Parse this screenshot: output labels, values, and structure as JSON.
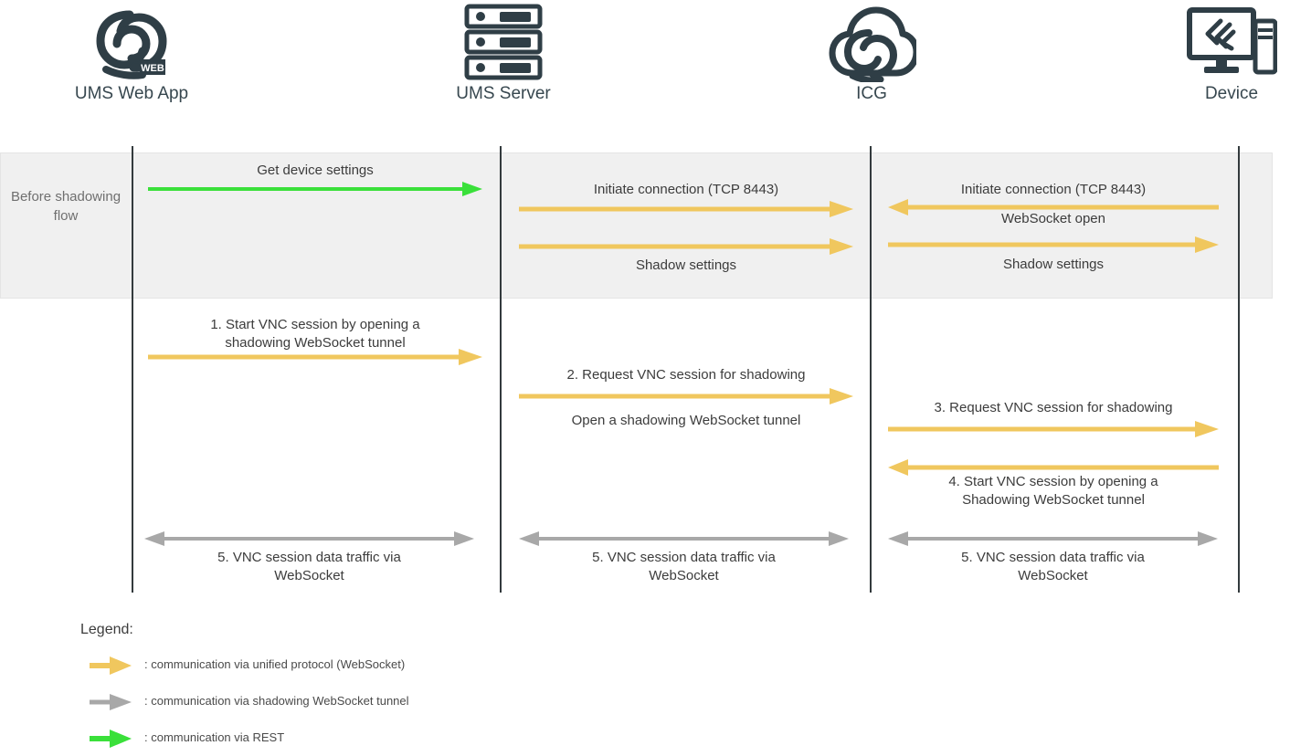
{
  "colors": {
    "unified_protocol": "#f0c75e",
    "shadowing_tunnel": "#a8a8a8",
    "rest": "#3ae03a",
    "lifeline": "#333a3d",
    "band_bg": "#f0f0f0",
    "icon": "#2f3e46",
    "text": "#3c3c3c"
  },
  "actors": [
    {
      "id": "ums-web-app",
      "label": "UMS Web App",
      "icon": "ums-web-app-logo-icon"
    },
    {
      "id": "ums-server",
      "label": "UMS Server",
      "icon": "server-rack-icon"
    },
    {
      "id": "icg",
      "label": "ICG",
      "icon": "cloud-logo-icon"
    },
    {
      "id": "device",
      "label": "Device",
      "icon": "desktop-computer-icon"
    }
  ],
  "band": {
    "label": "Before\nshadowing\nflow"
  },
  "messages": [
    {
      "id": "get-device-settings",
      "text": "Get device settings",
      "kind": "rest",
      "direction": "right",
      "from": "ums-web-app",
      "to": "ums-server"
    },
    {
      "id": "initiate-connection-server",
      "text": "Initiate connection (TCP 8443)",
      "kind": "unified",
      "direction": "right",
      "from": "ums-server",
      "to": "icg"
    },
    {
      "id": "shadow-settings-server",
      "text": "Shadow settings",
      "kind": "unified",
      "direction": "right",
      "from": "ums-server",
      "to": "icg"
    },
    {
      "id": "initiate-connection-device",
      "text": "Initiate connection (TCP 8443)",
      "kind": "unified",
      "direction": "left",
      "from": "device",
      "to": "icg"
    },
    {
      "id": "websocket-open",
      "text": "WebSocket open",
      "kind": "label-only",
      "direction": "none",
      "from": "icg",
      "to": "device"
    },
    {
      "id": "shadow-settings-device",
      "text": "Shadow settings",
      "kind": "unified",
      "direction": "right",
      "from": "icg",
      "to": "device"
    },
    {
      "id": "step-1",
      "text": "1.   Start VNC session by opening a\nshadowing WebSocket tunnel",
      "kind": "unified",
      "direction": "right",
      "from": "ums-web-app",
      "to": "ums-server"
    },
    {
      "id": "step-2",
      "text": "2.   Request VNC session for shadowing",
      "kind": "unified",
      "direction": "right",
      "from": "ums-server",
      "to": "icg"
    },
    {
      "id": "step-2-sub",
      "text": "Open a shadowing WebSocket tunnel",
      "kind": "label-only",
      "direction": "none",
      "from": "ums-server",
      "to": "icg"
    },
    {
      "id": "step-3",
      "text": "3.   Request VNC session for shadowing",
      "kind": "unified",
      "direction": "right",
      "from": "icg",
      "to": "device"
    },
    {
      "id": "step-4",
      "text": "4.   Start VNC session by opening a\nShadowing WebSocket tunnel",
      "kind": "unified",
      "direction": "left",
      "from": "device",
      "to": "icg"
    },
    {
      "id": "step-5-a",
      "text": "5.   VNC session data traffic via\nWebSocket",
      "kind": "tunnel",
      "direction": "both",
      "from": "ums-web-app",
      "to": "ums-server"
    },
    {
      "id": "step-5-b",
      "text": "5.   VNC session data traffic via\nWebSocket",
      "kind": "tunnel",
      "direction": "both",
      "from": "ums-server",
      "to": "icg"
    },
    {
      "id": "step-5-c",
      "text": "5.   VNC session data traffic via\nWebSocket",
      "kind": "tunnel",
      "direction": "both",
      "from": "icg",
      "to": "device"
    }
  ],
  "legend": {
    "title": "Legend:",
    "items": [
      {
        "id": "legend-unified",
        "kind": "unified",
        "text": ": communication via unified protocol (WebSocket)"
      },
      {
        "id": "legend-tunnel",
        "kind": "tunnel",
        "text": ": communication via shadowing WebSocket tunnel"
      },
      {
        "id": "legend-rest",
        "kind": "rest",
        "text": ": communication via REST"
      }
    ]
  }
}
